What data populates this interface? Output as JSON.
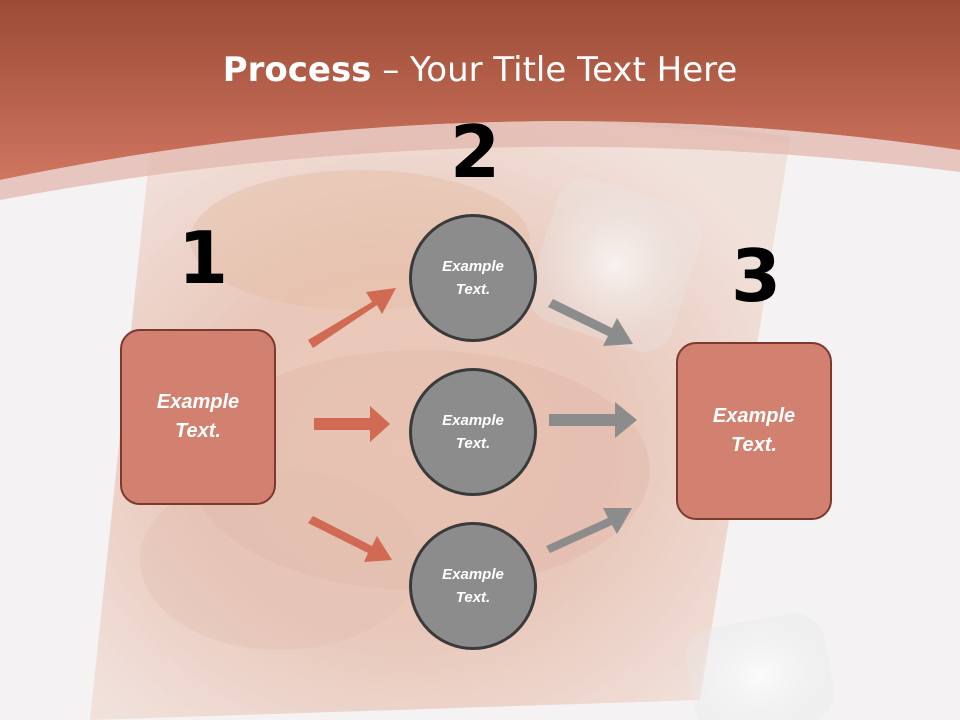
{
  "title": {
    "bold": "Process",
    "rest": " – Your Title Text Here"
  },
  "steps": [
    {
      "number": "1",
      "label": "Example Text."
    },
    {
      "number": "2",
      "labels": [
        "Example Text.",
        "Example Text.",
        "Example Text."
      ]
    },
    {
      "number": "3",
      "label": "Example Text."
    }
  ],
  "colors": {
    "header": "#c8705a",
    "box_fill": "#d28070",
    "box_border": "#7c3a2e",
    "circle_fill": "#8c8c8c",
    "circle_border": "#3a3a3a",
    "arrow_left": "#d06a52",
    "arrow_right": "#8c8c8c"
  }
}
